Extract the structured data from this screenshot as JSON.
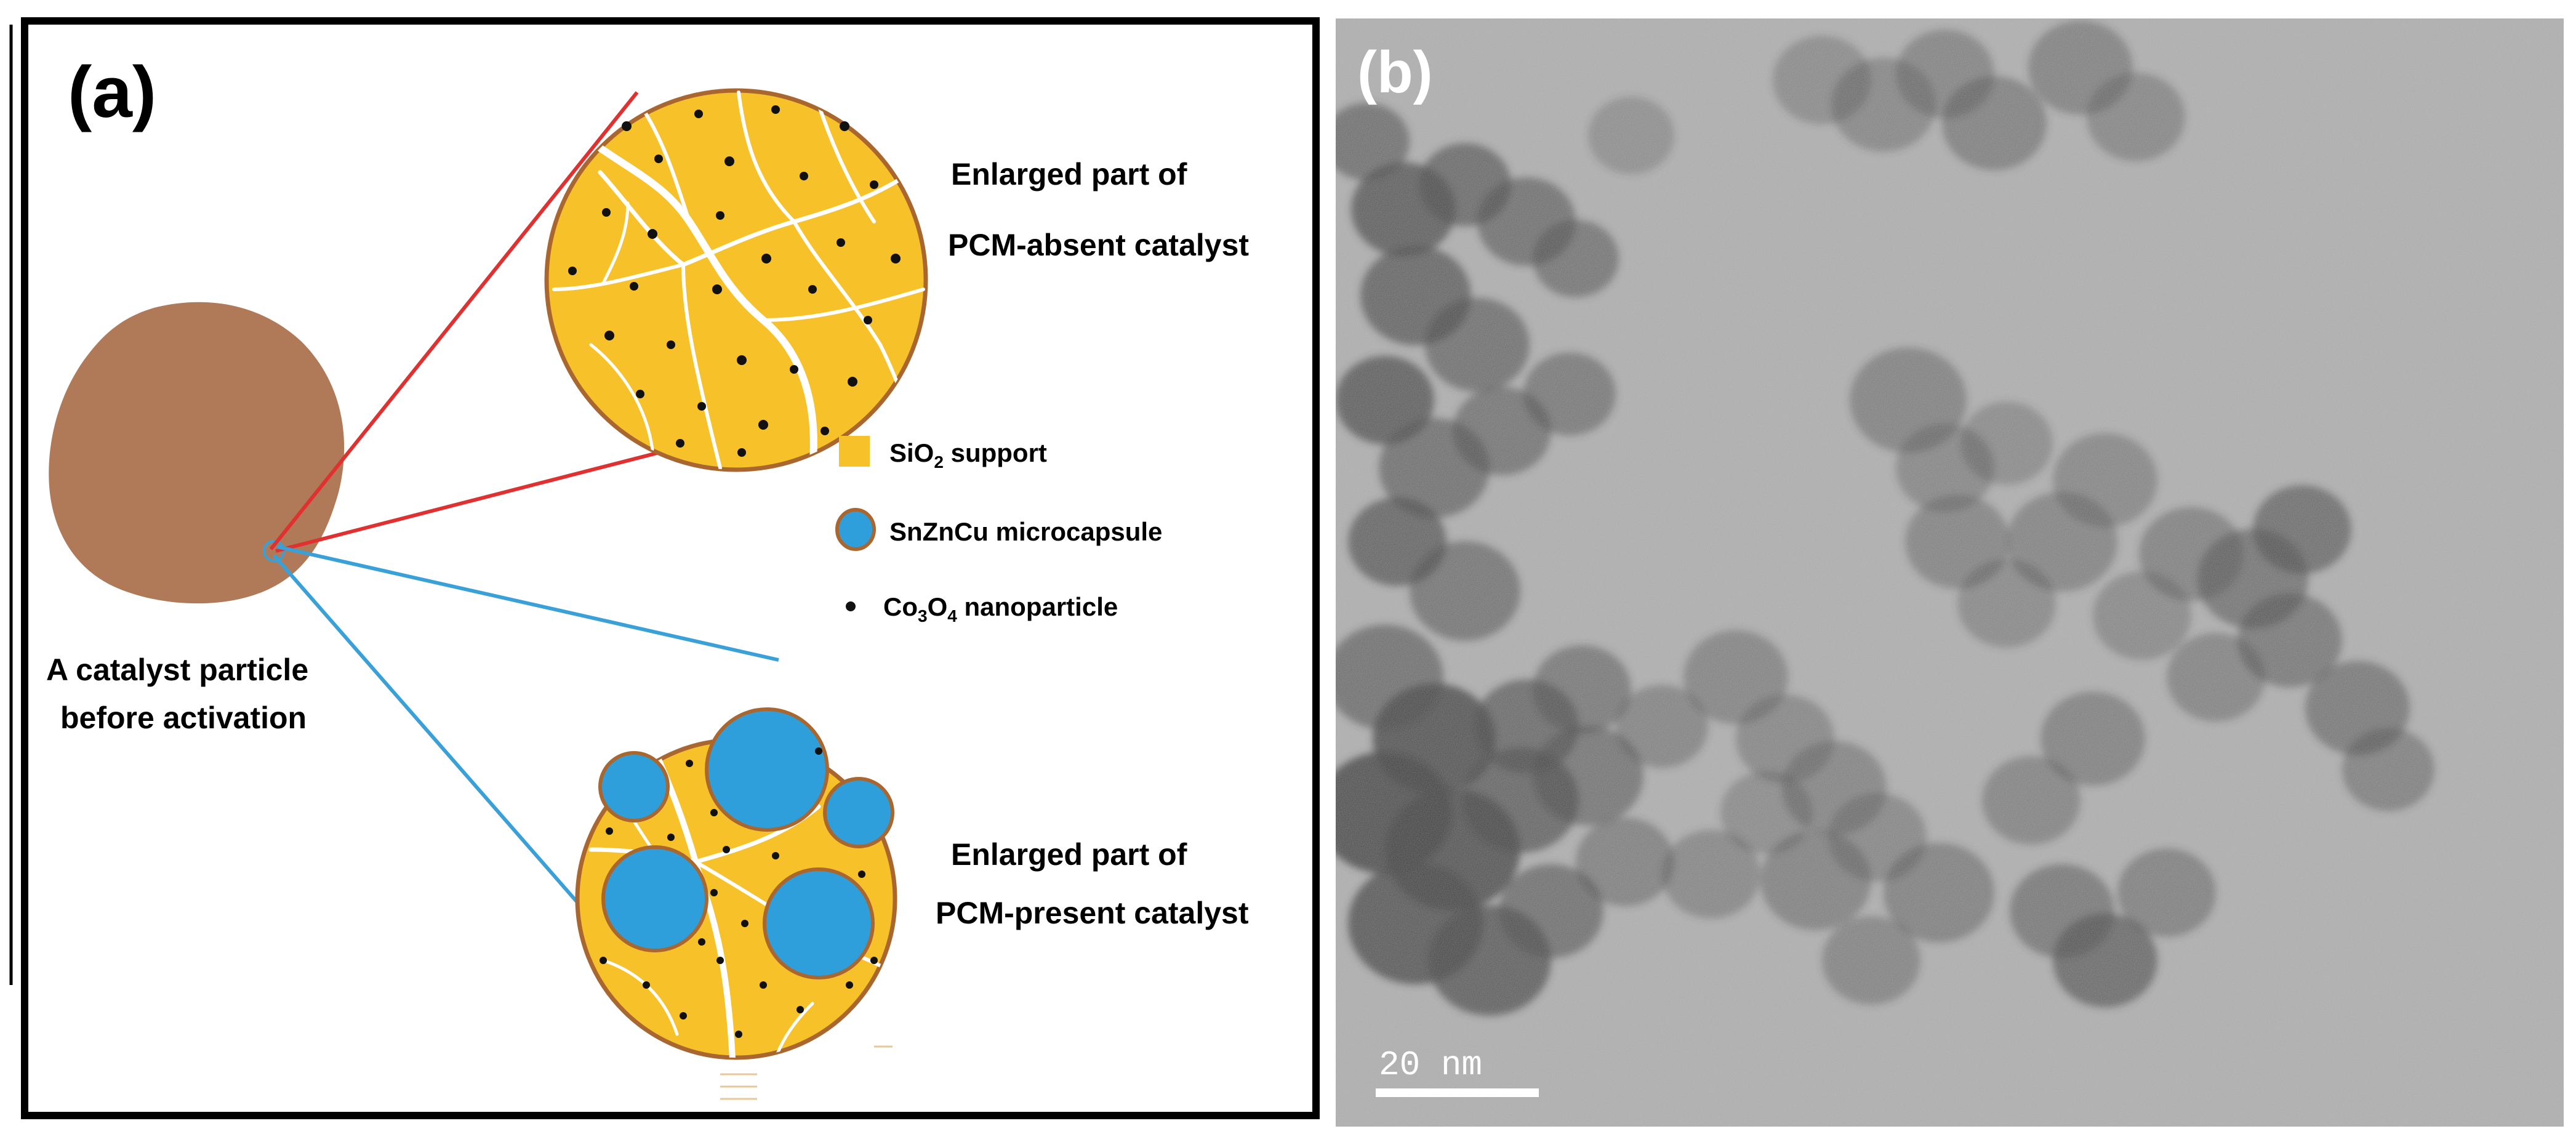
{
  "panel_a": {
    "label": "(a)",
    "particle_caption": [
      "A catalyst particle",
      "before activation"
    ],
    "absent_caption": [
      "Enlarged part of",
      "PCM-absent catalyst"
    ],
    "present_caption": [
      "Enlarged part of",
      "PCM-present catalyst"
    ],
    "legend": [
      {
        "key": "sio2",
        "text": "SiO",
        "sub": "2",
        "after": " support",
        "color": "#f7c12a"
      },
      {
        "key": "capsule",
        "text": "SnZnCu microcapsule",
        "sub": "",
        "after": "",
        "color": "#2f9fdc"
      },
      {
        "key": "co3o4",
        "text": "Co",
        "sub": "3",
        "mid": "O",
        "sub2": "4",
        "after": "  nanoparticle",
        "color": "#111111"
      }
    ],
    "colors": {
      "particle": "#b07a59",
      "support": "#f7c12a",
      "capsule": "#2f9fdc",
      "rim": "#a9672f",
      "cracks": "#ffffff",
      "dots": "#111111",
      "lines_absent": "#e0302f",
      "lines_present": "#3aa0d8",
      "frame": "#000000"
    }
  },
  "panel_b": {
    "label": "(b)",
    "scale_bar_text": "20  nm",
    "image_kind": "TEM micrograph",
    "background_tone": "#a9a9a9",
    "particle_tone": "#5a5a5a"
  }
}
